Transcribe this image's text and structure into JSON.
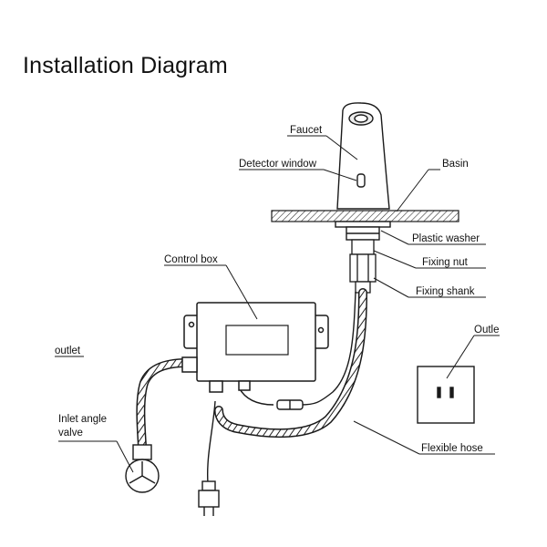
{
  "title": "Installation Diagram",
  "labels": {
    "faucet": "Faucet",
    "detector_window": "Detector window",
    "basin": "Basin",
    "plastic_washer": "Plastic washer",
    "fixing_nut": "Fixing nut",
    "fixing_shank": "Fixing shank",
    "control_box": "Control box",
    "outlet_left": "outlet",
    "outlet_right": "Outle",
    "inlet_angle_valve_line1": "Inlet angle",
    "inlet_angle_valve_line2": "valve",
    "flexible_hose": "Flexible hose"
  },
  "colors": {
    "line": "#1a1a1a",
    "hatch": "#333333"
  }
}
